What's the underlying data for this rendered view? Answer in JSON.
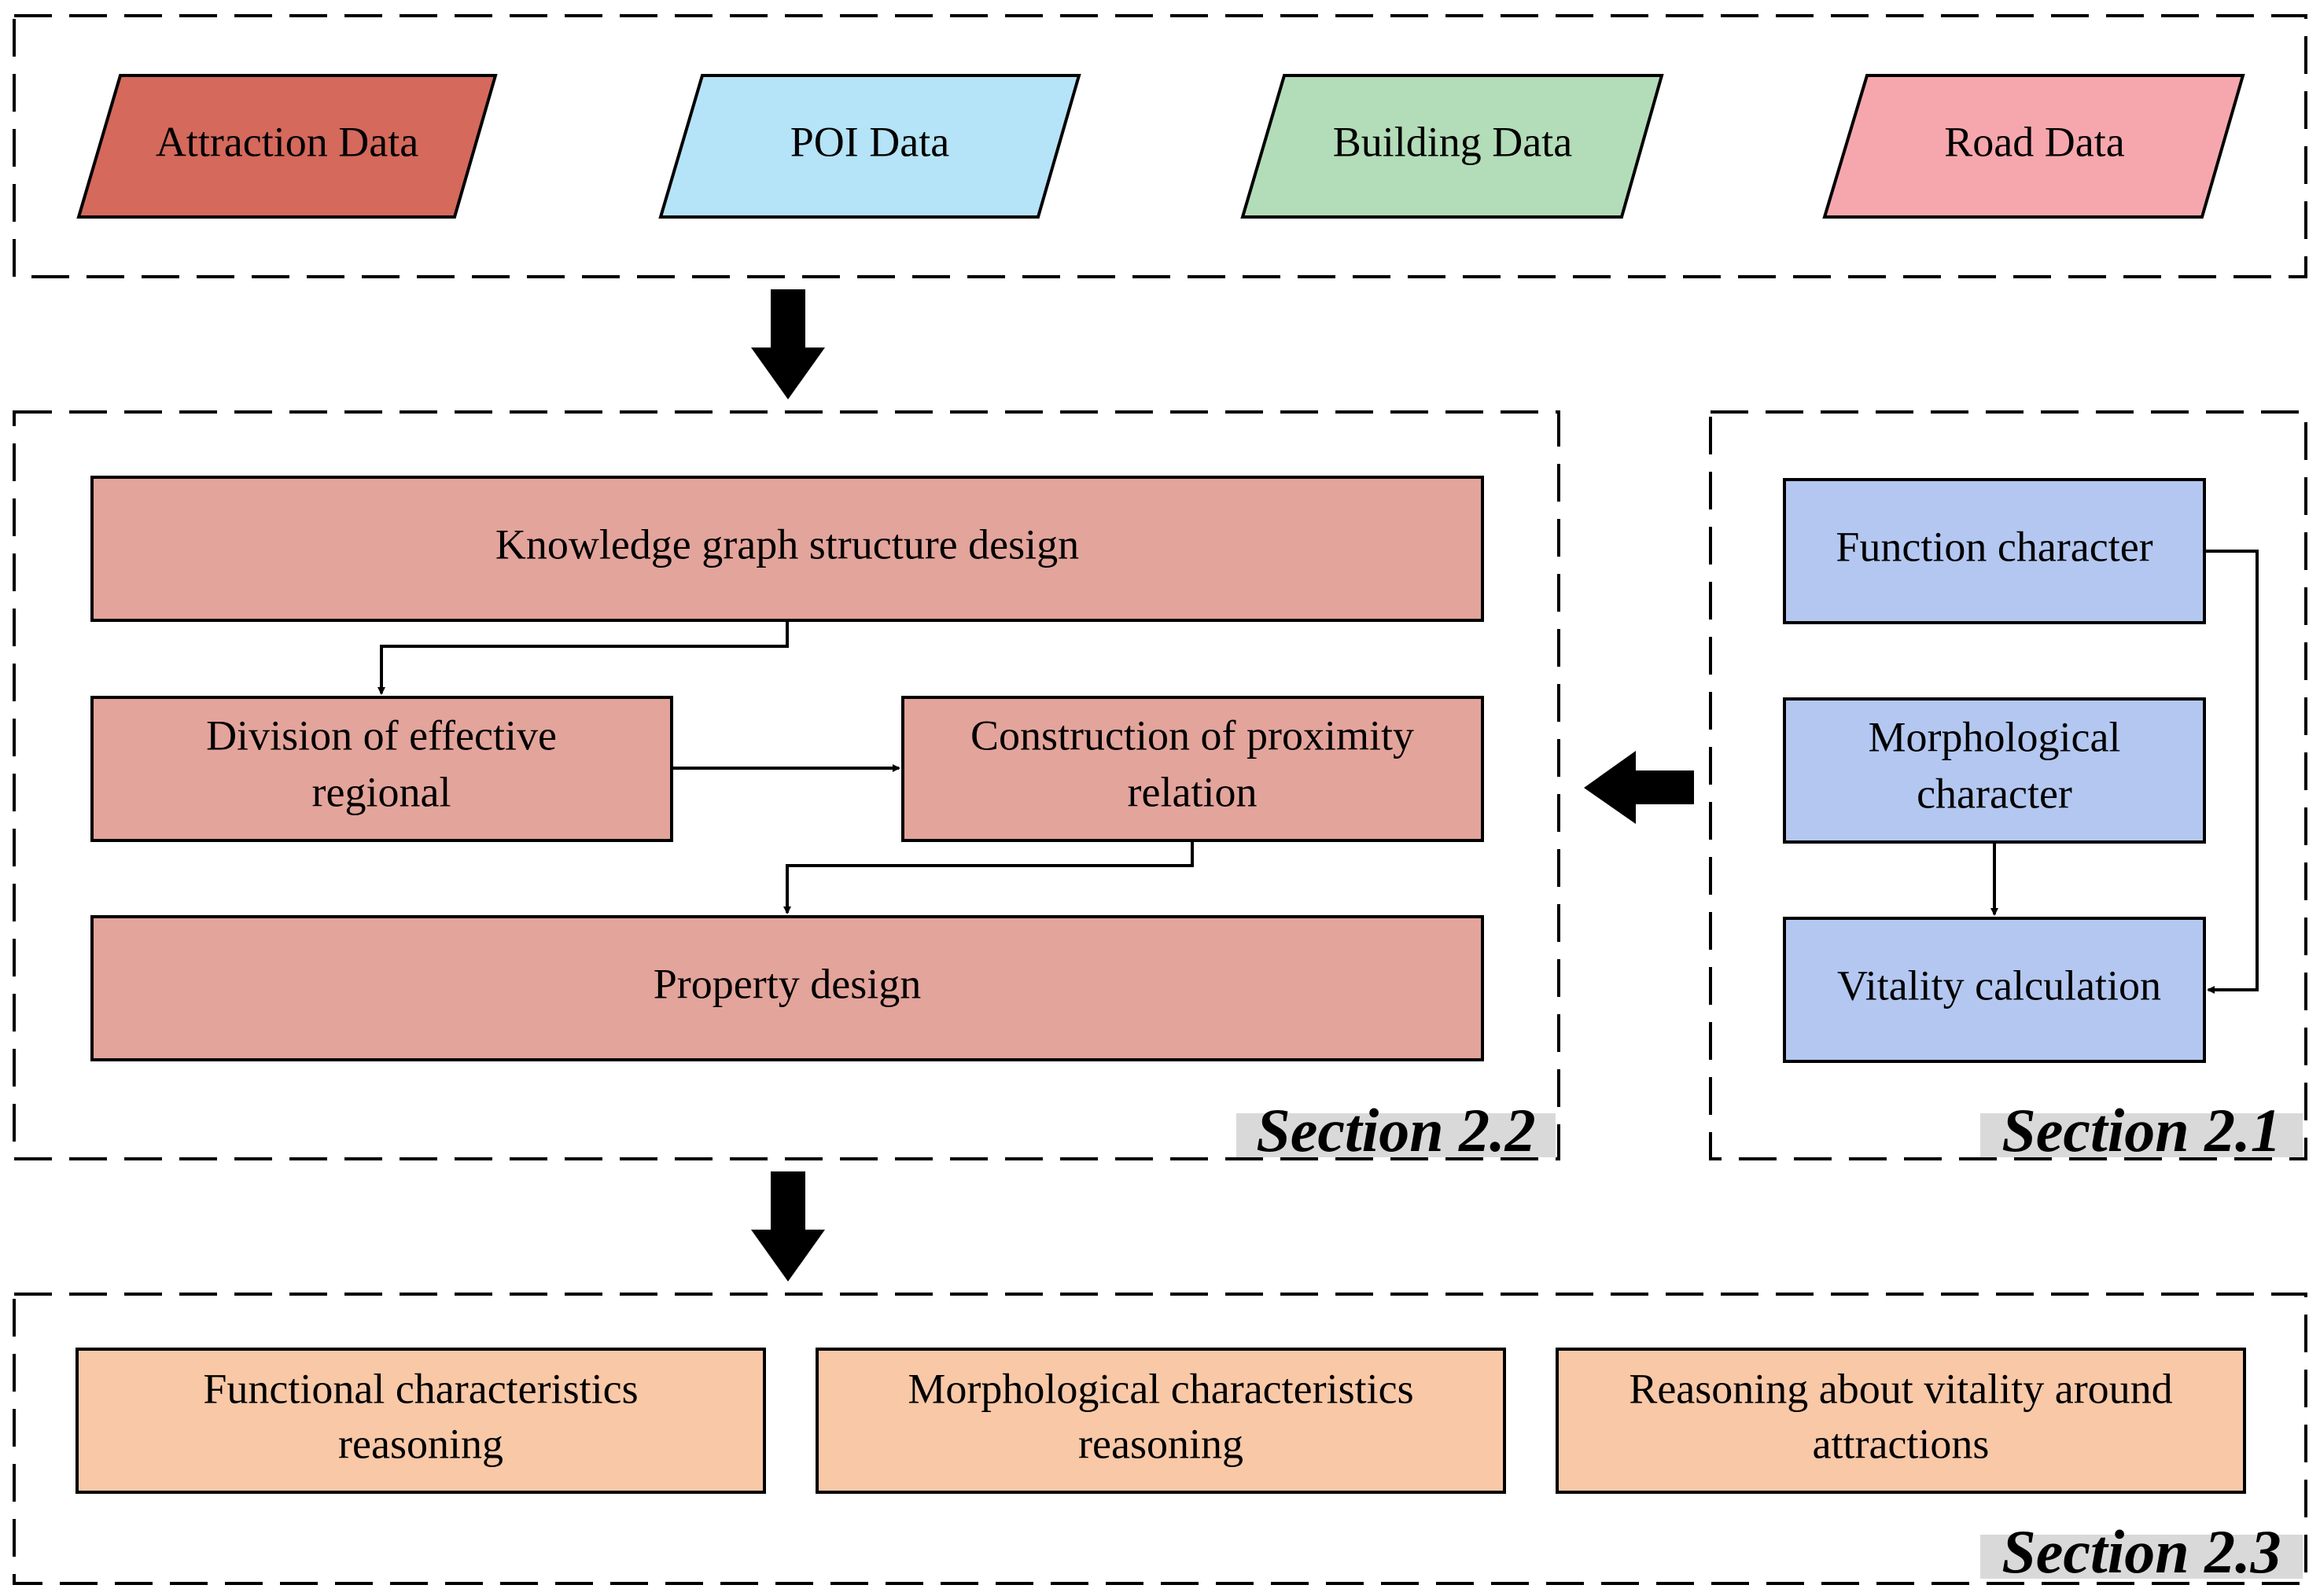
{
  "colors": {
    "attraction": "#d4695c",
    "poi": "#b5e3f7",
    "building": "#b3dcb8",
    "road": "#f6a7ad",
    "kg_box": "#e3a49b",
    "section21_box": "#b3c7f0",
    "section23_box": "#f8c8a7",
    "section_label_bg": "#d9d9d9",
    "stroke": "#000000"
  },
  "data_sources": {
    "attraction": "Attraction Data",
    "poi": "POI Data",
    "building": "Building Data",
    "road": "Road Data"
  },
  "section22": {
    "label": "Section 2.2",
    "kg_structure": "Knowledge graph structure design",
    "division_line1": "Division of effective",
    "division_line2": "regional",
    "proximity_line1": "Construction of proximity",
    "proximity_line2": "relation",
    "property": "Property design"
  },
  "section21": {
    "label": "Section 2.1",
    "function": "Function character",
    "morph_line1": "Morphological",
    "morph_line2": "character",
    "vitality": "Vitality calculation"
  },
  "section23": {
    "label": "Section 2.3",
    "functional_line1": "Functional characteristics",
    "functional_line2": "reasoning",
    "morphological_line1": "Morphological characteristics",
    "morphological_line2": "reasoning",
    "vitality_line1": "Reasoning about vitality around",
    "vitality_line2": "attractions"
  }
}
